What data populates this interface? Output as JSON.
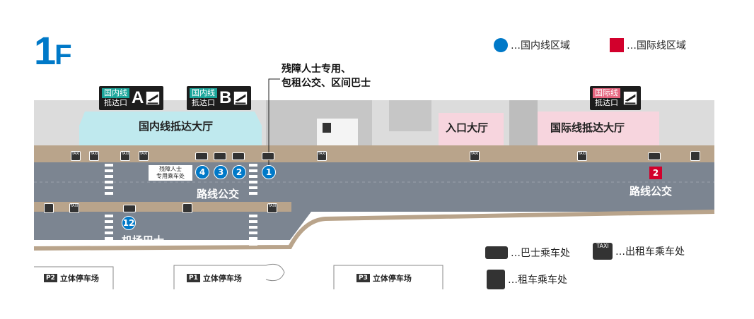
{
  "floor": {
    "number": "1",
    "suffix": "F"
  },
  "legend": {
    "domestic": "…国内线区域",
    "international": "…国际线区域",
    "colors": {
      "domestic": "#0079c8",
      "international": "#d2002c"
    }
  },
  "note": {
    "line1": "残障人士专用、",
    "line2": "包租公交、区间巴士"
  },
  "exits": [
    {
      "tag1": "国内线",
      "tag2": "抵达口",
      "letter": "A",
      "tag_color": "#1aa59a",
      "icon": "arrival-plane-icon"
    },
    {
      "tag1": "国内线",
      "tag2": "抵达口",
      "letter": "B",
      "tag_color": "#1aa59a",
      "icon": "arrival-plane-icon"
    },
    {
      "tag1": "国际线",
      "tag2": "抵达口",
      "letter": "",
      "tag_color": "#e6657f",
      "icon": "arrival-plane-icon"
    }
  ],
  "halls": {
    "domestic": "国内线抵达大厅",
    "entrance": "入口大厅",
    "international": "国际线抵达大厅"
  },
  "bus_stops": {
    "accessible_label1": "残障人士",
    "accessible_label2": "专用乘车处",
    "domestic_stops": [
      "4",
      "3",
      "2",
      "1"
    ],
    "domestic_label": "路线公交",
    "intl_stop": "2",
    "intl_label": "路线公交",
    "airport_stop": "12",
    "airport_label": "机场巴士"
  },
  "icon_text": {
    "taxi": "TAXI"
  },
  "parking": [
    {
      "tag": "P2",
      "label": "立体停车场"
    },
    {
      "tag": "P1",
      "label": "立体停车场"
    },
    {
      "tag": "P3",
      "label": "立体停车场"
    }
  ],
  "icon_legend": {
    "bus": "…巴士乘车处",
    "taxi": "…出租车乘车处",
    "rental": "…租车乘车处"
  }
}
